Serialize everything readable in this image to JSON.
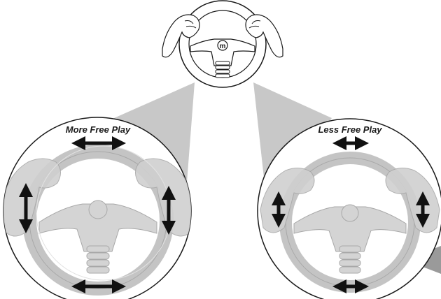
{
  "labels": {
    "more_free_play": "More Free Play",
    "less_free_play": "Less Free Play"
  },
  "top_wheel": {
    "logo_text": "m"
  },
  "colors": {
    "outline": "#1a1a1a",
    "wedge": "#c8c8c8",
    "faded_wheel": "#c4c4c4",
    "faded_wheel_dark": "#a8a8a8",
    "arrow": "#111111"
  },
  "icons": {
    "horizontal_arrow": "double-headed-horizontal-arrow",
    "vertical_arrow": "double-headed-vertical-arrow"
  }
}
